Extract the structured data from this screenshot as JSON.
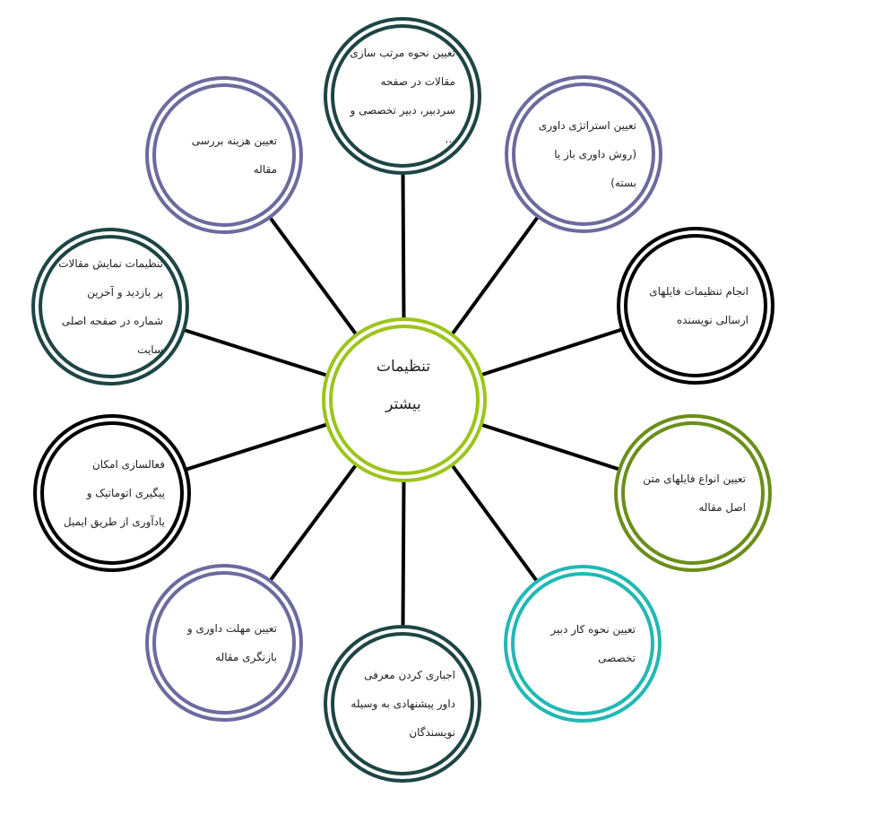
{
  "center": {
    "label_line1": "تنظیمات",
    "label_line2": "بیشتر",
    "ring_color": "#9dc41a"
  },
  "nodes": [
    {
      "id": "top",
      "text": "تعیین نحوه مرتب سازی مقالات در صفحه سردبیر، دبیر تخصصی و ...",
      "color": "#1e4545"
    },
    {
      "id": "top-right",
      "text": "تعیین استراتژی داوری (روش داوری باز یا بسته)",
      "color": "#6c6a9e"
    },
    {
      "id": "right-upper",
      "text": "انجام تنظیمات فایلهای ارسالی نویسنده",
      "color": "#000000"
    },
    {
      "id": "right-lower",
      "text": "تعیین انواع فایلهای متن اصل مقاله",
      "color": "#6b8e1a"
    },
    {
      "id": "bottom-right",
      "text": "تعیین نحوه کار دبیر تخصصی",
      "color": "#22b8b3"
    },
    {
      "id": "bottom",
      "text": "اجباری کردن معرفی داور پیشنهادی به وسیله نویسندگان",
      "color": "#1e4545"
    },
    {
      "id": "bottom-left",
      "text": "تعیین مهلت داوری و بازنگری مقاله",
      "color": "#6c6a9e"
    },
    {
      "id": "left-lower",
      "text": "فعالسازی امکان پیگیری اتوماتیک و یادآوری از طریق ایمیل",
      "color": "#000000"
    },
    {
      "id": "left-upper",
      "text": "تنظیمات نمایش مقالات پر بازدید و آخرین شماره در صفحه اصلی سایت",
      "color": "#1e4545"
    },
    {
      "id": "top-left",
      "text": "تعیین هزینه بررسی مقاله",
      "color": "#6c6a9e"
    }
  ],
  "connector_color": "#000000"
}
